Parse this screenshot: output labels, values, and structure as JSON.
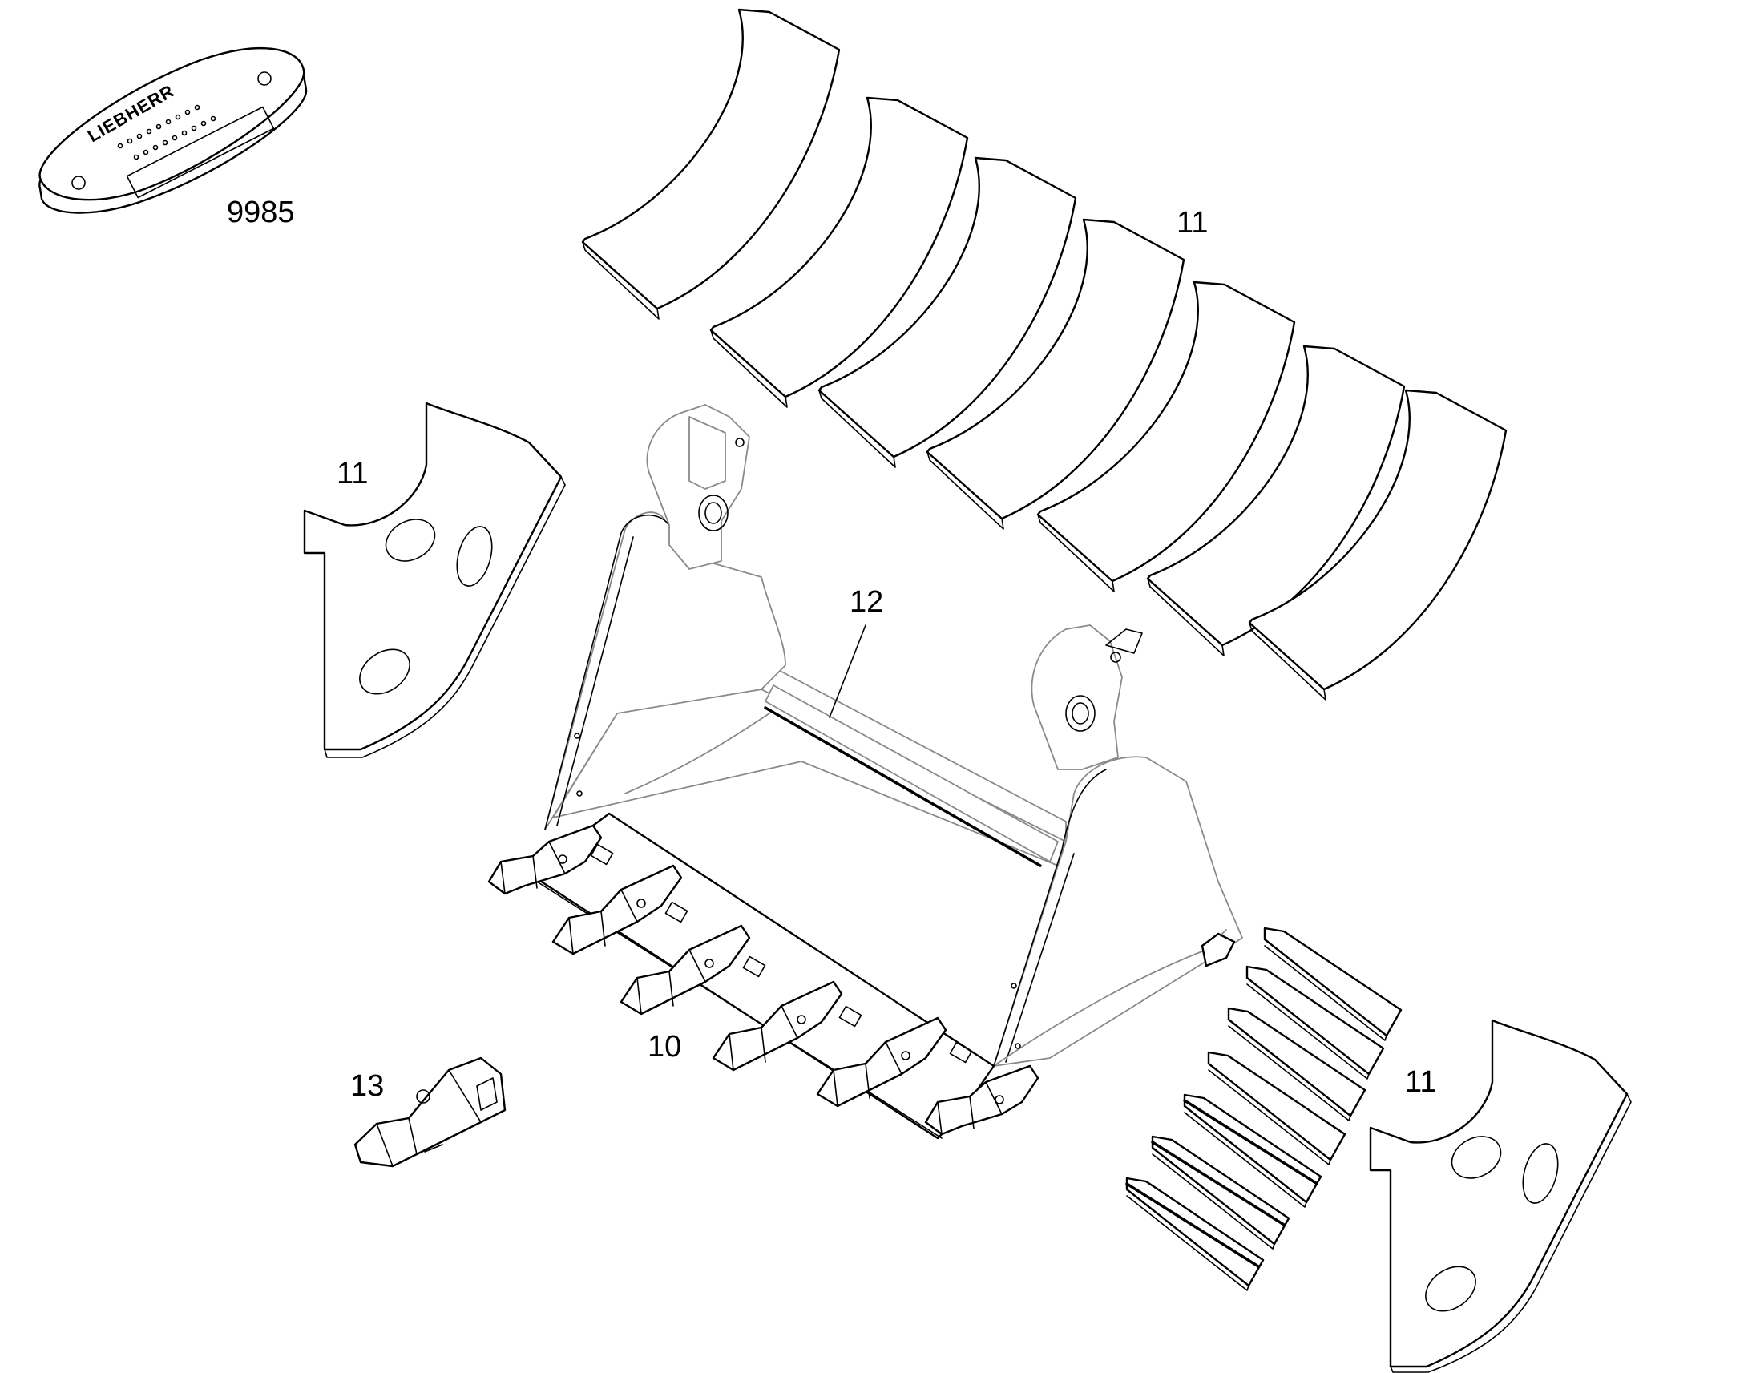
{
  "diagram": {
    "callouts": {
      "nameplate": "9985",
      "wear_strips_top": "11",
      "side_plate_left": "11",
      "bucket": "12",
      "teeth": "10",
      "tooth_single": "13",
      "side_plate_right": "11"
    },
    "nameplate_logo": "LIEBHERR"
  }
}
